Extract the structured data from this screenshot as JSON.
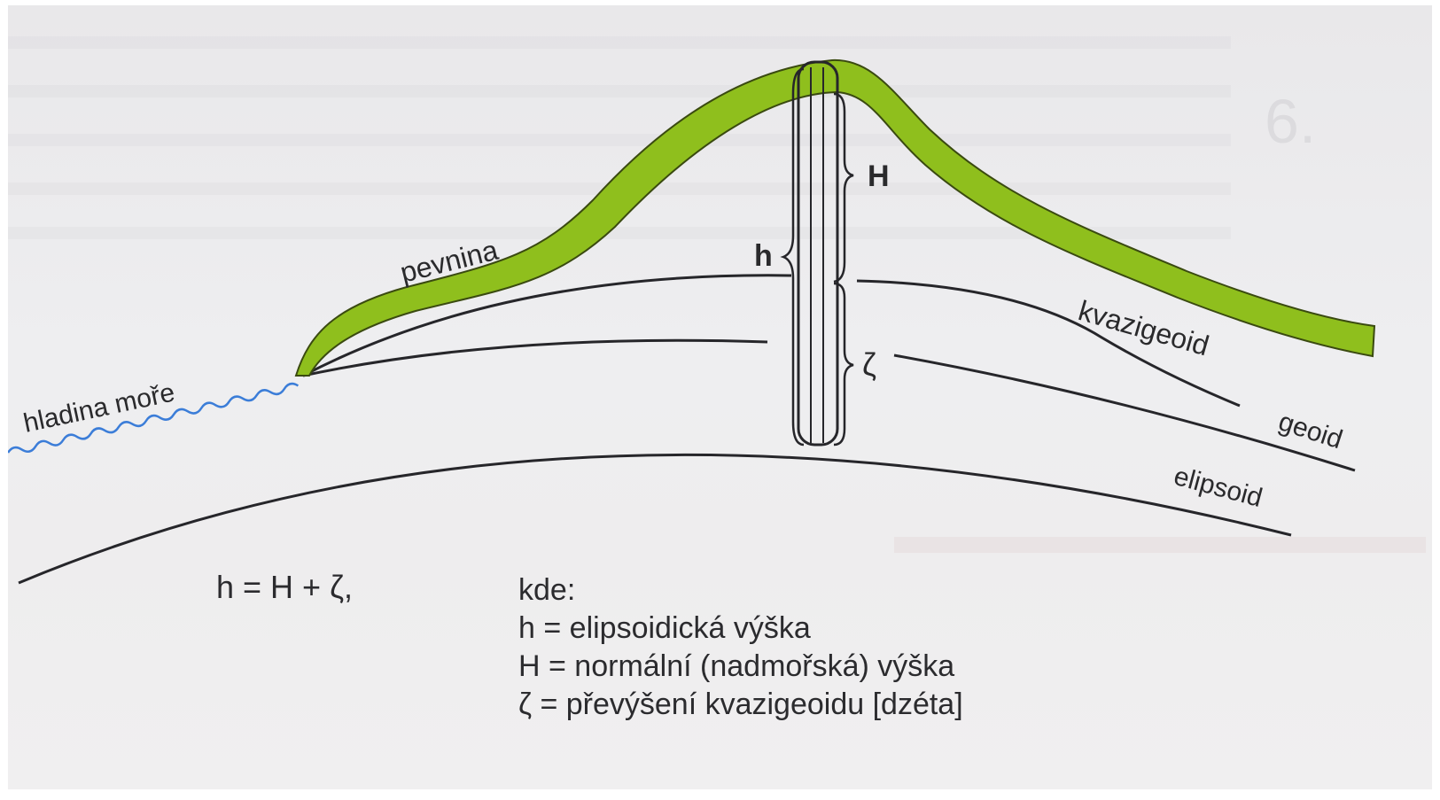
{
  "labels": {
    "land": "pevnina",
    "sea_level": "hladina moře",
    "quasigeoid": "kvazigeoid",
    "geoid": "geoid",
    "ellipsoid": "elipsoid",
    "h": "h",
    "H": "H",
    "zeta": "ζ"
  },
  "formula": "h = H + ζ,",
  "legend": {
    "heading": "kde:",
    "lines": [
      "h = elipsoidická výška",
      "H = normální (nadmořská) výška",
      "ζ = převýšení kvazigeoidu [dzéta]"
    ]
  },
  "colors": {
    "land_fill": "#8fbf1d",
    "land_outline": "#3a4a10",
    "sea_wave": "#3b7dd8",
    "line": "#26262a",
    "background": "#eeeef0"
  },
  "background_text": {
    "page_number": "6."
  }
}
